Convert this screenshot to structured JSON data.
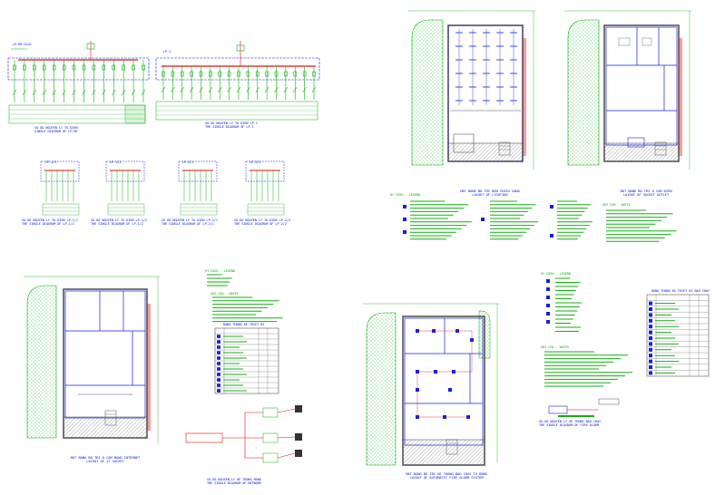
{
  "colors": {
    "background": "#ffffff",
    "blue": "#1020e0",
    "green": "#10b010",
    "red": "#e01010",
    "gray": "#555555"
  },
  "drawings": {
    "lighting_layout": {
      "title": "MAT BANG BO TRI DEN CHIEU SANG",
      "subtitle": "LAYOUT OF LIGHTING"
    },
    "socket_layout": {
      "title": "MAT BANG BO TRI O CAM DIEN",
      "subtitle": "LAYOUT OF SOCKET OUTLET"
    },
    "it_socket_layout": {
      "title": "MAT BANG BO TRI O CAM MANG INTERNET",
      "subtitle": "LAYOUT OF IT SOCKET"
    },
    "fire_alarm_layout": {
      "title": "MAT BANG BO TRI HE THONG BAO CHAY TU DONG",
      "subtitle": "LAYOUT OF AUTOMATIC FIRE ALARM SYSTEM"
    }
  },
  "schematics": {
    "main_panel_a": {
      "name": "LP-MS-GLO2",
      "caption": "SO DO NGUYEN LY TU DIEN",
      "subcaption": "SINGLE DIAGRAM OF LP-MS"
    },
    "main_panel_b": {
      "name": "LP-1",
      "caption": "SO DO NGUYEN LY TU DIEN LP-1",
      "subcaption": "THE SINGLE DIAGRAM OF LP-1"
    },
    "sub_panels": [
      {
        "name": "LP-1/1",
        "caption": "SO DO NGUYEN LY TU DIEN LP-1/1",
        "subcaption": "THE SINGLE DIAGRAM OF LP-1/1"
      },
      {
        "name": "LP-1/2",
        "caption": "SO DO NGUYEN LY TU DIEN LP-1/2",
        "subcaption": "THE SINGLE DIAGRAM OF LP-1/2"
      },
      {
        "name": "LP-2/1",
        "caption": "SO DO NGUYEN LY TU DIEN LP-2/1",
        "subcaption": "THE SINGLE DIAGRAM OF LP-2/1"
      },
      {
        "name": "LP-2/2",
        "caption": "SO DO NGUYEN LY TU DIEN LP-2/2",
        "subcaption": "THE SINGLE DIAGRAM OF LP-2/2"
      }
    ],
    "network_diagram": {
      "caption": "SO DO NGUYEN LY HE THONG MANG",
      "subcaption": "THE SINGLE DIAGRAM OF NETWORK"
    },
    "fire_alarm_diagram": {
      "caption": "SO DO NGUYEN LY HE THONG BAO CHAY",
      "subcaption": "THE SINGLE DIAGRAM OF FIRE ALARM"
    }
  },
  "notes": {
    "lighting_legend_title": "KY HIEU - LEGEND",
    "lighting_notes_title": "GHI CHU - NOTES",
    "it_legend_title": "KY HIEU - LEGEND",
    "it_notes_title": "GHI CHU - NOTES",
    "fire_legend_title": "KY HIEU - LEGEND",
    "fire_notes_title": "GHI CHU - NOTES"
  },
  "tables": {
    "it_equipment_title": "BANG THONG KE THIET BI",
    "fire_equipment_title": "BANG THONG KE THIET BI BAO CHAY"
  }
}
